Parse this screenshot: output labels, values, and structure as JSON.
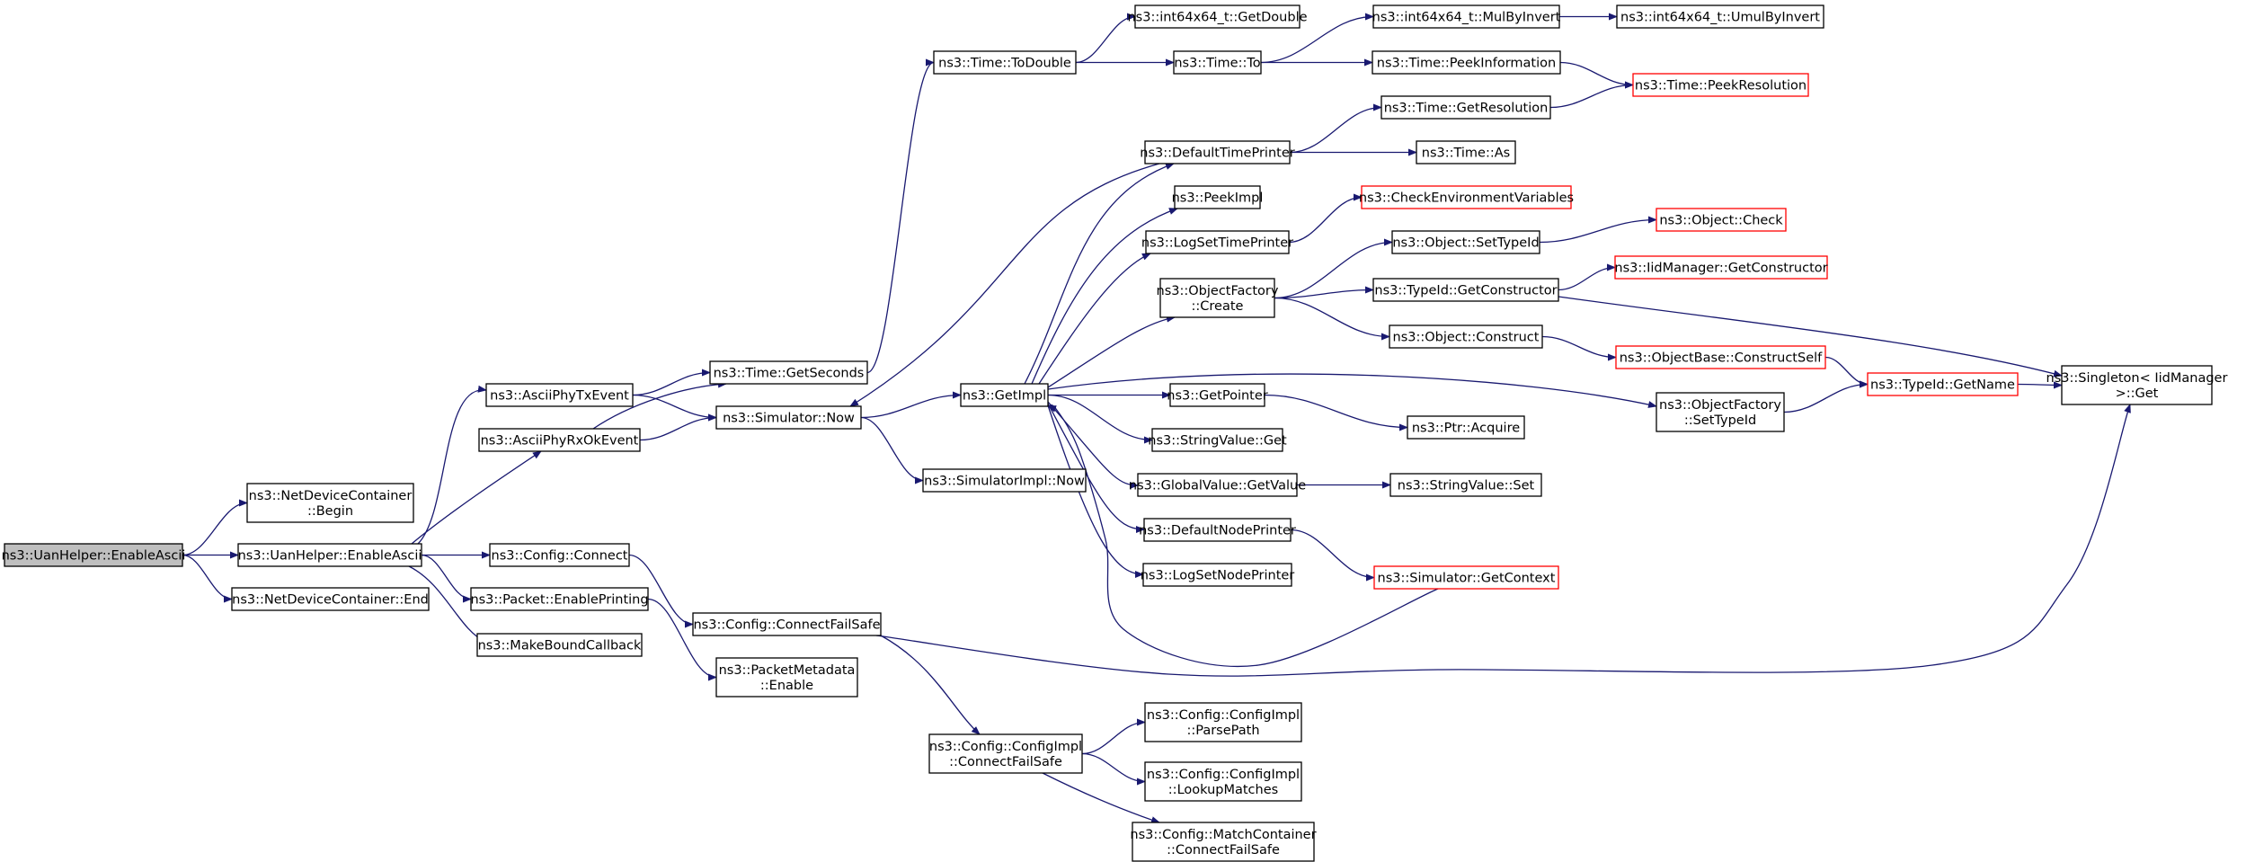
{
  "graph": {
    "colors": {
      "edge": "#191970",
      "node_fill": "#ffffff",
      "node_border": "#000000",
      "root_fill": "#bfbfbf",
      "truncated_border": "#ff0000"
    },
    "nodes": [
      {
        "id": "root",
        "lines": [
          "ns3::UanHelper::EnableAscii"
        ],
        "root": true
      },
      {
        "id": "ndcBegin",
        "lines": [
          "ns3::NetDeviceContainer",
          "::Begin"
        ]
      },
      {
        "id": "ndcEnd",
        "lines": [
          "ns3::NetDeviceContainer::End"
        ]
      },
      {
        "id": "uanEnable",
        "lines": [
          "ns3::UanHelper::EnableAscii"
        ]
      },
      {
        "id": "txEvent",
        "lines": [
          "ns3::AsciiPhyTxEvent"
        ]
      },
      {
        "id": "rxEvent",
        "lines": [
          "ns3::AsciiPhyRxOkEvent"
        ]
      },
      {
        "id": "cfgConnect",
        "lines": [
          "ns3::Config::Connect"
        ]
      },
      {
        "id": "pktEnable",
        "lines": [
          "ns3::Packet::EnablePrinting"
        ]
      },
      {
        "id": "boundCb",
        "lines": [
          "ns3::MakeBoundCallback"
        ]
      },
      {
        "id": "getSeconds",
        "lines": [
          "ns3::Time::GetSeconds"
        ]
      },
      {
        "id": "simNow",
        "lines": [
          "ns3::Simulator::Now"
        ]
      },
      {
        "id": "cfs",
        "lines": [
          "ns3::Config::ConnectFailSafe"
        ]
      },
      {
        "id": "pmEnable",
        "lines": [
          "ns3::PacketMetadata",
          "::Enable"
        ]
      },
      {
        "id": "toDouble",
        "lines": [
          "ns3::Time::ToDouble"
        ]
      },
      {
        "id": "getImpl",
        "lines": [
          "ns3::GetImpl"
        ]
      },
      {
        "id": "simImplNow",
        "lines": [
          "ns3::SimulatorImpl::Now"
        ]
      },
      {
        "id": "ciCfs",
        "lines": [
          "ns3::Config::ConfigImpl",
          "::ConnectFailSafe"
        ]
      },
      {
        "id": "i64GetDouble",
        "lines": [
          "ns3::int64x64_t::GetDouble"
        ]
      },
      {
        "id": "timeTo",
        "lines": [
          "ns3::Time::To"
        ]
      },
      {
        "id": "dtp",
        "lines": [
          "ns3::DefaultTimePrinter"
        ]
      },
      {
        "id": "peekImpl",
        "lines": [
          "ns3::PeekImpl"
        ]
      },
      {
        "id": "logSetTP",
        "lines": [
          "ns3::LogSetTimePrinter"
        ]
      },
      {
        "id": "ofCreate",
        "lines": [
          "ns3::ObjectFactory",
          "::Create"
        ]
      },
      {
        "id": "getPointer",
        "lines": [
          "ns3::GetPointer"
        ]
      },
      {
        "id": "svGet",
        "lines": [
          "ns3::StringValue::Get"
        ]
      },
      {
        "id": "gvGetValue",
        "lines": [
          "ns3::GlobalValue::GetValue"
        ]
      },
      {
        "id": "dnp",
        "lines": [
          "ns3::DefaultNodePrinter"
        ]
      },
      {
        "id": "logSetNP",
        "lines": [
          "ns3::LogSetNodePrinter"
        ]
      },
      {
        "id": "ciParse",
        "lines": [
          "ns3::Config::ConfigImpl",
          "::ParsePath"
        ]
      },
      {
        "id": "ciLookup",
        "lines": [
          "ns3::Config::ConfigImpl",
          "::LookupMatches"
        ]
      },
      {
        "id": "mcCfs",
        "lines": [
          "ns3::Config::MatchContainer",
          "::ConnectFailSafe"
        ]
      },
      {
        "id": "mulInvert",
        "lines": [
          "ns3::int64x64_t::MulByInvert"
        ]
      },
      {
        "id": "peekInfo",
        "lines": [
          "ns3::Time::PeekInformation"
        ]
      },
      {
        "id": "getRes",
        "lines": [
          "ns3::Time::GetResolution"
        ]
      },
      {
        "id": "timeAs",
        "lines": [
          "ns3::Time::As"
        ]
      },
      {
        "id": "checkEnv",
        "lines": [
          "ns3::CheckEnvironmentVariables"
        ],
        "truncated": true
      },
      {
        "id": "objSetTid",
        "lines": [
          "ns3::Object::SetTypeId"
        ]
      },
      {
        "id": "tidGetCtor",
        "lines": [
          "ns3::TypeId::GetConstructor"
        ]
      },
      {
        "id": "objConstruct",
        "lines": [
          "ns3::Object::Construct"
        ]
      },
      {
        "id": "ofSetTid",
        "lines": [
          "ns3::ObjectFactory",
          "::SetTypeId"
        ]
      },
      {
        "id": "ptrAcquire",
        "lines": [
          "ns3::Ptr::Acquire"
        ]
      },
      {
        "id": "svSet",
        "lines": [
          "ns3::StringValue::Set"
        ]
      },
      {
        "id": "simGetCtx",
        "lines": [
          "ns3::Simulator::GetContext"
        ],
        "truncated": true
      },
      {
        "id": "umul",
        "lines": [
          "ns3::int64x64_t::UmulByInvert"
        ]
      },
      {
        "id": "peekRes",
        "lines": [
          "ns3::Time::PeekResolution"
        ],
        "truncated": true
      },
      {
        "id": "objCheck",
        "lines": [
          "ns3::Object::Check"
        ],
        "truncated": true
      },
      {
        "id": "iidGetCtor",
        "lines": [
          "ns3::IidManager::GetConstructor"
        ],
        "truncated": true
      },
      {
        "id": "obConstructSelf",
        "lines": [
          "ns3::ObjectBase::ConstructSelf"
        ],
        "truncated": true
      },
      {
        "id": "tidGetName",
        "lines": [
          "ns3::TypeId::GetName"
        ],
        "truncated": true
      },
      {
        "id": "singleton",
        "lines": [
          "ns3::Singleton< IidManager",
          " >::Get"
        ]
      }
    ],
    "edges": [
      [
        "root",
        "ndcBegin"
      ],
      [
        "root",
        "uanEnable"
      ],
      [
        "root",
        "ndcEnd"
      ],
      [
        "uanEnable",
        "txEvent"
      ],
      [
        "uanEnable",
        "rxEvent"
      ],
      [
        "uanEnable",
        "cfgConnect"
      ],
      [
        "uanEnable",
        "pktEnable"
      ],
      [
        "uanEnable",
        "boundCb"
      ],
      [
        "txEvent",
        "getSeconds"
      ],
      [
        "txEvent",
        "simNow"
      ],
      [
        "rxEvent",
        "getSeconds"
      ],
      [
        "rxEvent",
        "simNow"
      ],
      [
        "cfgConnect",
        "cfs"
      ],
      [
        "pktEnable",
        "pmEnable"
      ],
      [
        "getSeconds",
        "toDouble"
      ],
      [
        "simNow",
        "getImpl"
      ],
      [
        "simNow",
        "simImplNow"
      ],
      [
        "cfs",
        "ciCfs"
      ],
      [
        "cfs",
        "singleton"
      ],
      [
        "toDouble",
        "i64GetDouble"
      ],
      [
        "toDouble",
        "timeTo"
      ],
      [
        "timeTo",
        "mulInvert"
      ],
      [
        "timeTo",
        "peekInfo"
      ],
      [
        "mulInvert",
        "umul"
      ],
      [
        "peekInfo",
        "peekRes"
      ],
      [
        "getRes",
        "peekRes"
      ],
      [
        "dtp",
        "getRes"
      ],
      [
        "dtp",
        "timeAs"
      ],
      [
        "dtp",
        "simNow"
      ],
      [
        "getImpl",
        "dtp"
      ],
      [
        "getImpl",
        "peekImpl"
      ],
      [
        "getImpl",
        "logSetTP"
      ],
      [
        "getImpl",
        "ofCreate"
      ],
      [
        "getImpl",
        "ofSetTid"
      ],
      [
        "getImpl",
        "getPointer"
      ],
      [
        "getImpl",
        "svGet"
      ],
      [
        "getImpl",
        "gvGetValue"
      ],
      [
        "getImpl",
        "dnp"
      ],
      [
        "getImpl",
        "logSetNP"
      ],
      [
        "logSetTP",
        "checkEnv"
      ],
      [
        "ofCreate",
        "objSetTid"
      ],
      [
        "ofCreate",
        "tidGetCtor"
      ],
      [
        "ofCreate",
        "objConstruct"
      ],
      [
        "objSetTid",
        "objCheck"
      ],
      [
        "tidGetCtor",
        "iidGetCtor"
      ],
      [
        "tidGetCtor",
        "singleton"
      ],
      [
        "objConstruct",
        "obConstructSelf"
      ],
      [
        "obConstructSelf",
        "tidGetName"
      ],
      [
        "ofSetTid",
        "tidGetName"
      ],
      [
        "tidGetName",
        "singleton"
      ],
      [
        "getPointer",
        "ptrAcquire"
      ],
      [
        "gvGetValue",
        "svSet"
      ],
      [
        "dnp",
        "simGetCtx"
      ],
      [
        "simGetCtx",
        "getImpl"
      ],
      [
        "ciCfs",
        "ciParse"
      ],
      [
        "ciCfs",
        "ciLookup"
      ],
      [
        "ciCfs",
        "mcCfs"
      ]
    ]
  }
}
